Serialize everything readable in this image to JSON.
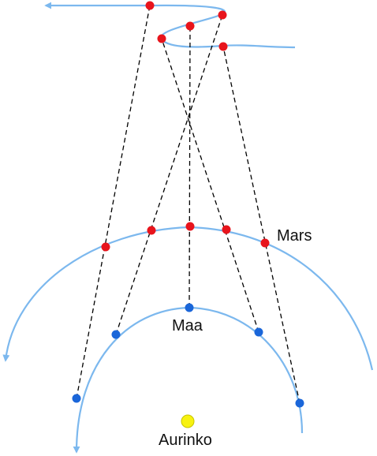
{
  "labels": {
    "mars": "Mars",
    "earth": "Maa",
    "sun": "Aurinko"
  },
  "colors": {
    "orbit": "#7cb8ee",
    "mars_point": "#e8141c",
    "earth_point": "#1a66d9",
    "sun": "#f7f210",
    "sightline": "#000000"
  }
}
